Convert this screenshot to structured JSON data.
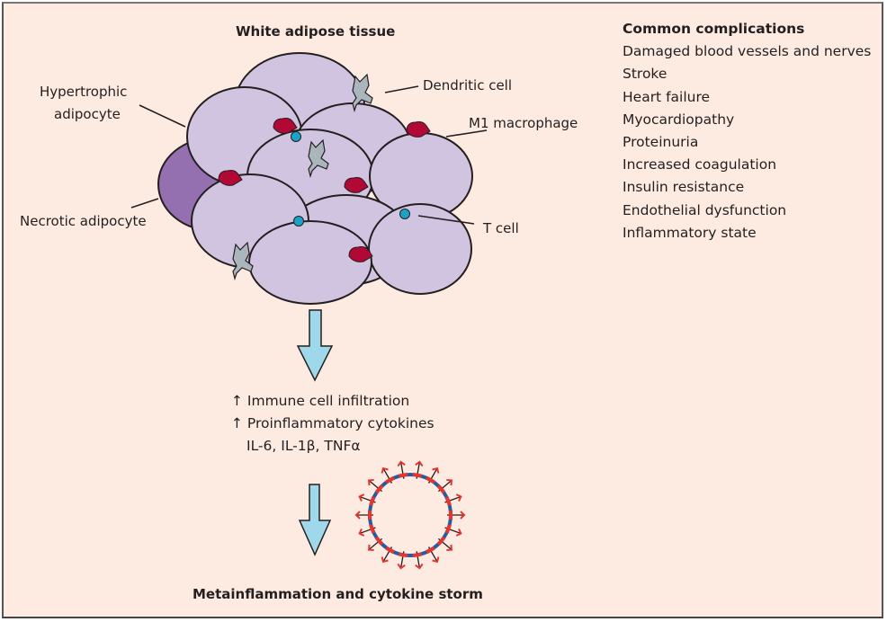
{
  "title": "White adipose tissue",
  "labels": {
    "hypertrophic_line1": "Hypertrophic",
    "hypertrophic_line2": "adipocyte",
    "necrotic": "Necrotic adipocyte",
    "dendritic": "Dendritic cell",
    "m1": "M1 macrophage",
    "tcell": "T cell"
  },
  "complications": {
    "title": "Common complications",
    "items": [
      "Damaged blood vessels and nerves",
      "Stroke",
      "Heart failure",
      "Myocardiopathy",
      "Proteinuria",
      "Increased coagulation",
      "Insulin resistance",
      "Endothelial dysfunction",
      "Inflammatory state"
    ]
  },
  "effects": {
    "line1": "↑ Immune cell infiltration",
    "line2": "↑ Proinflammatory cytokines",
    "line3": "IL-6, IL-1β, TNFα"
  },
  "conclusion": "Metainflammation and cytokine storm",
  "colors": {
    "background": "#fdebe1",
    "adipocyte": "#d1c4e0",
    "necrotic": "#9470b0",
    "macrophage": "#b20836",
    "tcell": "#1aa3c9",
    "dendritic": "#aab6bc",
    "arrow": "#9fd8ea",
    "ring": "#1f5fa8",
    "receptor": "#e8342e"
  }
}
